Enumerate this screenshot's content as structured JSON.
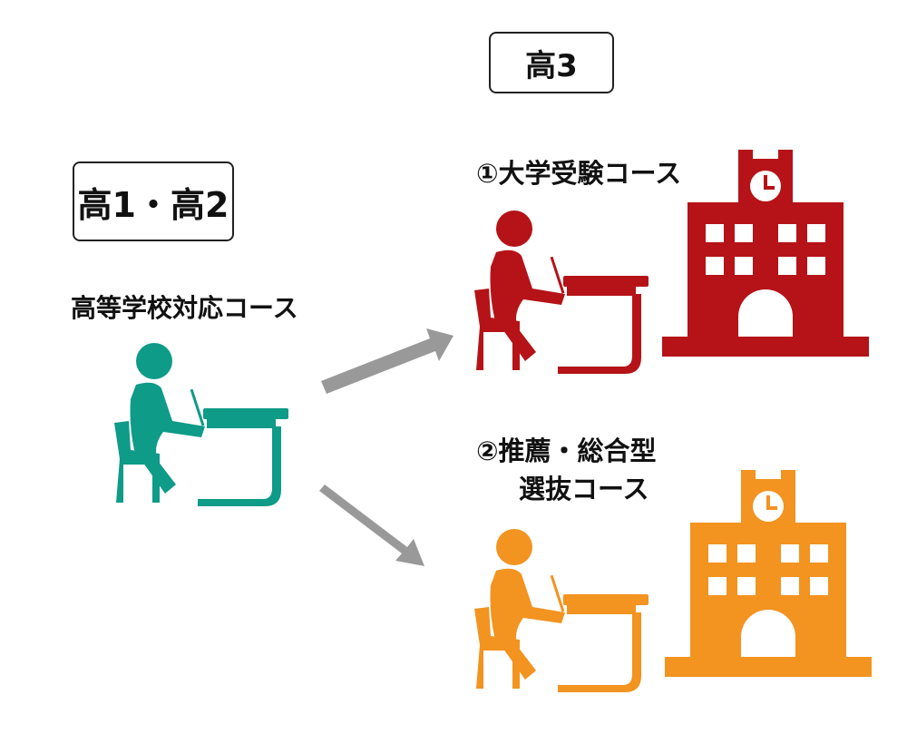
{
  "grades": {
    "grade_1_2": "高1・高2",
    "grade_3": "高3"
  },
  "courses": {
    "highschool": "高等学校対応コース",
    "course_1": "①大学受験コース",
    "course_2_line1": "②推薦・総合型",
    "course_2_line2": "選抜コース"
  },
  "colors": {
    "highschool": "#0e9b88",
    "course_1": "#b51318",
    "course_2": "#f39320",
    "arrow": "#999999"
  }
}
